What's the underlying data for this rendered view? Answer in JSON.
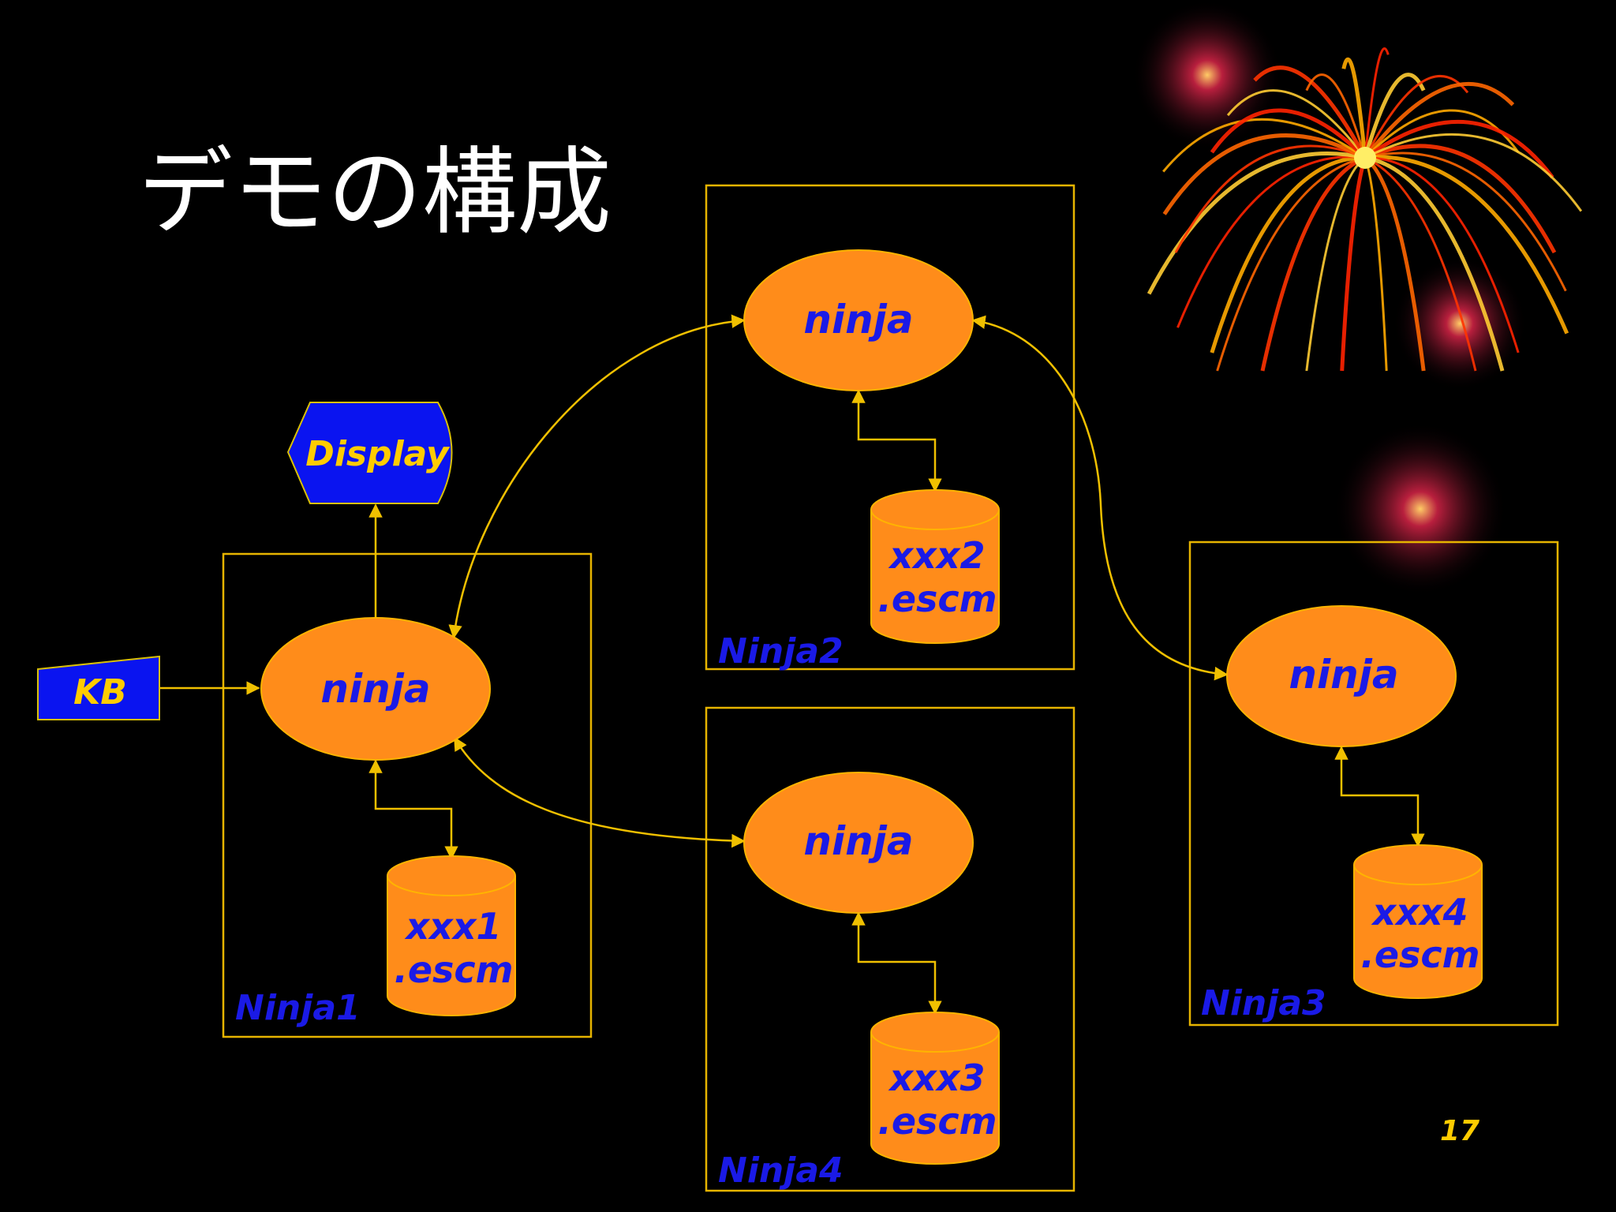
{
  "slide": {
    "title": "デモの構成",
    "page_number": "17"
  },
  "colors": {
    "background": "#000000",
    "node_fill": "#ff8c1a",
    "label_blue": "#1a1ae6",
    "line_yellow": "#f0c000",
    "io_fill": "#0a14f0"
  },
  "nodes": {
    "ninja1": {
      "box_label": "Ninja1",
      "process": "ninja",
      "file_line1": "xxx1",
      "file_line2": ".escm"
    },
    "ninja2": {
      "box_label": "Ninja2",
      "process": "ninja",
      "file_line1": "xxx2",
      "file_line2": ".escm"
    },
    "ninja3": {
      "box_label": "Ninja3",
      "process": "ninja",
      "file_line1": "xxx4",
      "file_line2": ".escm"
    },
    "ninja4": {
      "box_label": "Ninja4",
      "process": "ninja",
      "file_line1": "xxx3",
      "file_line2": ".escm"
    }
  },
  "io": {
    "keyboard": "KB",
    "display": "Display"
  },
  "decoration": {
    "image": "fireworks-illustration"
  }
}
